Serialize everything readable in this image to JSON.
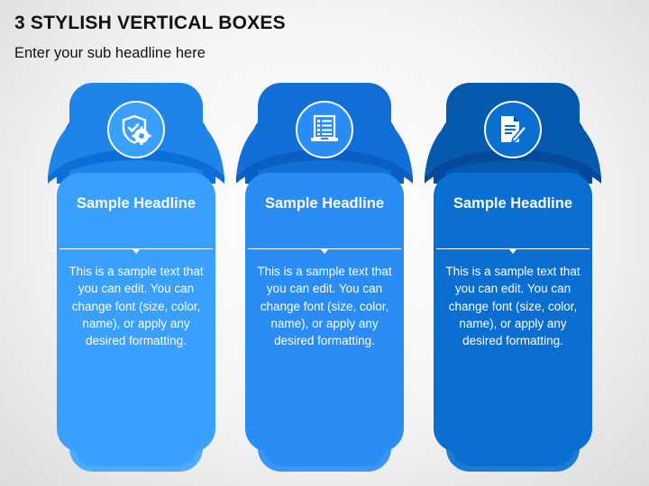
{
  "slide": {
    "title": "3 STYLISH VERTICAL BOXES",
    "subtitle": "Enter your sub headline here"
  },
  "boxes": [
    {
      "icon": "shield-gear-icon",
      "headline": "Sample Headline",
      "text": "This is a sample text that you can edit. You can change font (size, color, name), or apply any desired formatting.",
      "colors": {
        "main": "#3aa0ff",
        "dark": "#1f84e8",
        "band": "#0c6fd8",
        "edge": "#4eaaff"
      }
    },
    {
      "icon": "checklist-icon",
      "headline": "Sample Headline",
      "text": "This is a sample text that you can edit. You can change font (size, color, name), or apply any desired formatting.",
      "colors": {
        "main": "#2a8cf5",
        "dark": "#136fd8",
        "band": "#0a5fc2",
        "edge": "#3b95f8"
      }
    },
    {
      "icon": "document-edit-icon",
      "headline": "Sample Headline",
      "text": "This is a sample text that you can edit. You can change font (size, color, name), or apply any desired formatting.",
      "colors": {
        "main": "#0a6fd0",
        "dark": "#055aaf",
        "band": "#04499a",
        "edge": "#1a7cd6"
      }
    }
  ]
}
